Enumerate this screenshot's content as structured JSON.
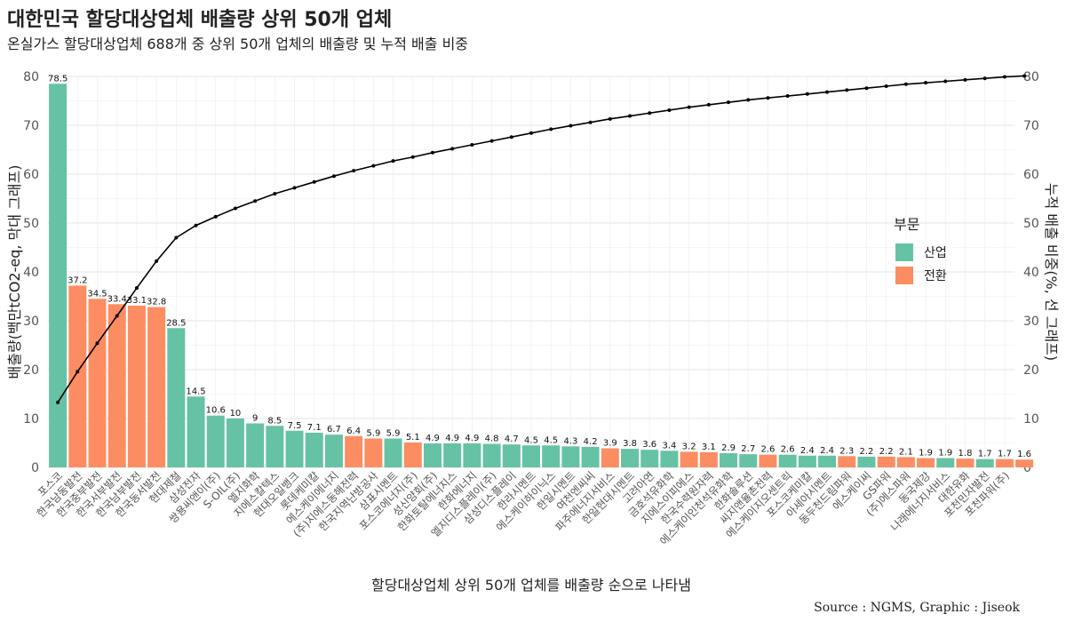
{
  "chart_data": {
    "type": "bar",
    "title": "대한민국 할당대상업체 배출량 상위 50개 업체",
    "subtitle": "온실가스 할당대상업체 688개 중 상위 50개 업체의 배출량 및 누적 배출 비중",
    "xlabel": "할당대상업체 상위 50개 업체를 배출량 순으로 나타냄",
    "ylabel": "배출량(백만tCO2-eq, 막대 그래프)",
    "y2label": "누적 배출 비중(%, 선 그래프)",
    "caption": "Source : NGMS, Graphic : Jiseok",
    "ylim": [
      0,
      80
    ],
    "y2lim": [
      0,
      80
    ],
    "yticks": [
      0,
      10,
      20,
      30,
      40,
      50,
      60,
      70,
      80
    ],
    "y2ticks": [
      0,
      10,
      20,
      30,
      40,
      50,
      60,
      70,
      80
    ],
    "grid": true,
    "legend": {
      "title": "부문",
      "position": "right",
      "items": [
        {
          "name": "산업",
          "color": "#66C2A5"
        },
        {
          "name": "전환",
          "color": "#FC8D62"
        }
      ]
    },
    "categories": [
      "포스코",
      "한국남동발전",
      "한국중부발전",
      "한국서부발전",
      "한국남부발전",
      "한국동서발전",
      "현대제철",
      "삼성전자",
      "쌍용씨앤이(주)",
      "S-OIL(주)",
      "엘지화학",
      "지에스칼텍스",
      "현대오일뱅크",
      "롯데케미칼",
      "에스케이에너지",
      "(주)지에스동해전력",
      "한국지역난방공사",
      "삼표시멘트",
      "포스코에너지(주)",
      "성신양회(주)",
      "한화토탈에너지스",
      "한화에너지",
      "엘지디스플레이(주)",
      "삼성디스플레이",
      "한라시멘트",
      "에스케이하이닉스",
      "한일시멘트",
      "여천엔씨씨",
      "파주에너지서비스",
      "한일현대시멘트",
      "고려아연",
      "금호석유화학",
      "지에스이피에스",
      "한국수력원자력",
      "에스케이인천석유화학",
      "한화솔루션",
      "씨지앤율촌전력",
      "에스케이지오센트릭",
      "포스코케미칼",
      "아세아시멘트",
      "동두천드림파워",
      "에스케이씨",
      "GS파워",
      "(주)에스파워",
      "동국제강",
      "나래에너지서비스",
      "대한유화",
      "포천민자발전",
      "포천파워(주)"
    ],
    "series": [
      {
        "name": "배출량",
        "values": [
          78.5,
          37.2,
          34.5,
          33.4,
          33.1,
          32.8,
          28.5,
          14.5,
          10.6,
          10,
          9,
          8.5,
          7.5,
          7.1,
          6.7,
          6.4,
          5.9,
          5.9,
          5.1,
          4.9,
          4.9,
          4.9,
          4.8,
          4.7,
          4.5,
          4.5,
          4.3,
          4.2,
          3.9,
          3.8,
          3.6,
          3.4,
          3.2,
          3.1,
          2.9,
          2.7,
          2.6,
          2.6,
          2.4,
          2.4,
          2.3,
          2.2,
          2.2,
          2.1,
          1.9,
          1.9,
          1.8,
          1.7,
          1.7,
          1.6
        ],
        "labels": [
          "78.5",
          "37.2",
          "34.5",
          "33.4",
          "33.1",
          "32.8",
          "28.5",
          "14.5",
          "10.6",
          "10",
          "9",
          "8.5",
          "7.5",
          "7.1",
          "6.7",
          "6.4",
          "5.9",
          "5.9",
          "5.1",
          "4.9",
          "4.9",
          "4.9",
          "4.8",
          "4.7",
          "4.5",
          "4.5",
          "4.3",
          "4.2",
          "3.9",
          "3.8",
          "3.6",
          "3.4",
          "3.2",
          "3.1",
          "2.9",
          "2.7",
          "2.6",
          "2.6",
          "2.4",
          "2.4",
          "2.3",
          "2.2",
          "2.2",
          "2.1",
          "1.9",
          "1.9",
          "1.8",
          "1.7",
          "1.7",
          "1.6"
        ],
        "sectors": [
          "산업",
          "전환",
          "전환",
          "전환",
          "전환",
          "전환",
          "산업",
          "산업",
          "산업",
          "산업",
          "산업",
          "산업",
          "산업",
          "산업",
          "산업",
          "전환",
          "전환",
          "산업",
          "전환",
          "산업",
          "산업",
          "산업",
          "산업",
          "산업",
          "산업",
          "산업",
          "산업",
          "산업",
          "전환",
          "산업",
          "산업",
          "산업",
          "전환",
          "전환",
          "산업",
          "산업",
          "전환",
          "산업",
          "산업",
          "산업",
          "전환",
          "산업",
          "전환",
          "전환",
          "전환",
          "산업",
          "전환",
          "산업",
          "전환",
          "전환"
        ]
      },
      {
        "name": "누적 배출 비중",
        "values": [
          13.3,
          19.6,
          25.4,
          31.0,
          36.7,
          42.2,
          47.0,
          49.5,
          51.3,
          53.0,
          54.5,
          56.0,
          57.2,
          58.4,
          59.6,
          60.7,
          61.7,
          62.7,
          63.5,
          64.4,
          65.2,
          66.0,
          66.8,
          67.6,
          68.4,
          69.2,
          69.9,
          70.6,
          71.3,
          71.9,
          72.5,
          73.1,
          73.7,
          74.2,
          74.7,
          75.2,
          75.6,
          76.0,
          76.4,
          76.8,
          77.2,
          77.6,
          78.0,
          78.4,
          78.7,
          79.0,
          79.3,
          79.6,
          79.9,
          80.1
        ]
      }
    ]
  }
}
